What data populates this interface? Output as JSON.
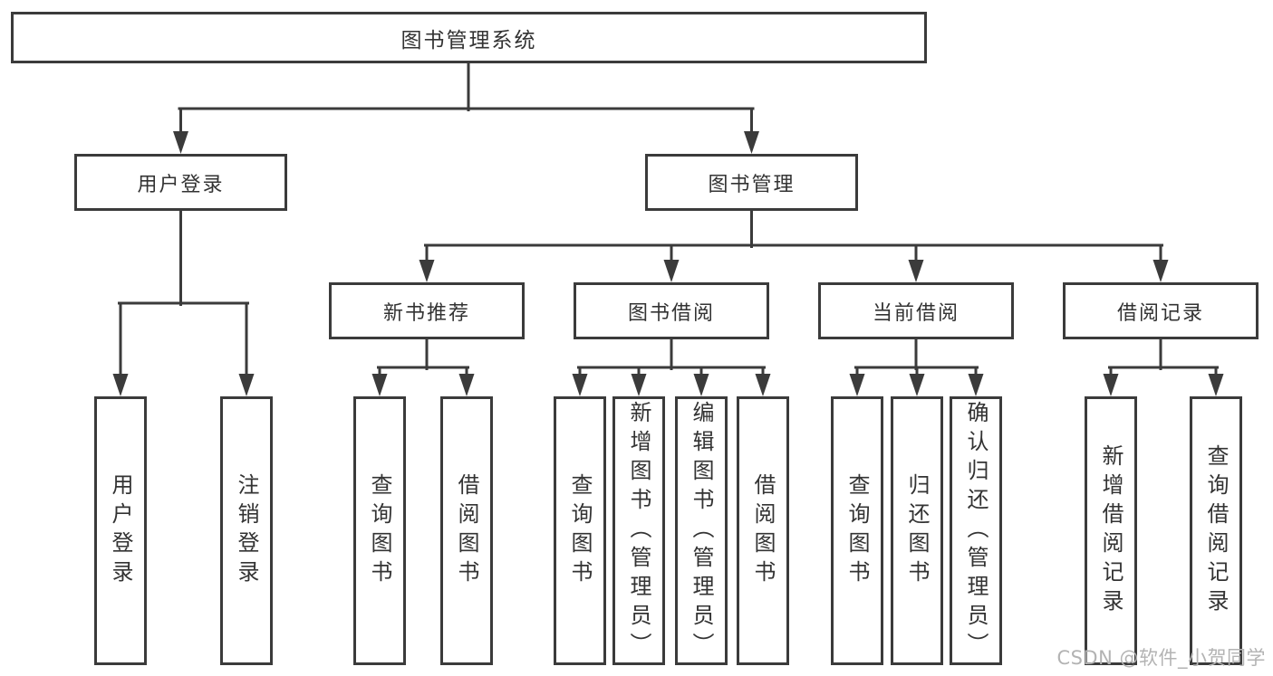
{
  "diagram": {
    "root": "图书管理系统",
    "level2": [
      {
        "label": "用户登录",
        "children": [
          "用户登录",
          "注销登录"
        ]
      },
      {
        "label": "图书管理",
        "children": [
          {
            "label": "新书推荐",
            "children": [
              "查询图书",
              "借阅图书"
            ]
          },
          {
            "label": "图书借阅",
            "children": [
              "查询图书",
              "新增图书（管理员）",
              "编辑图书（管理员）",
              "借阅图书"
            ]
          },
          {
            "label": "当前借阅",
            "children": [
              "查询图书",
              "归还图书",
              "确认归还（管理员）"
            ]
          },
          {
            "label": "借阅记录",
            "children": [
              "新增借阅记录",
              "查询借阅记录"
            ]
          }
        ]
      }
    ]
  },
  "watermark": "CSDN @软件_小贺同学",
  "colors": {
    "line": "#3b3b3b",
    "text": "#333333",
    "watermark": "#b3b3b3",
    "background": "#ffffff"
  }
}
